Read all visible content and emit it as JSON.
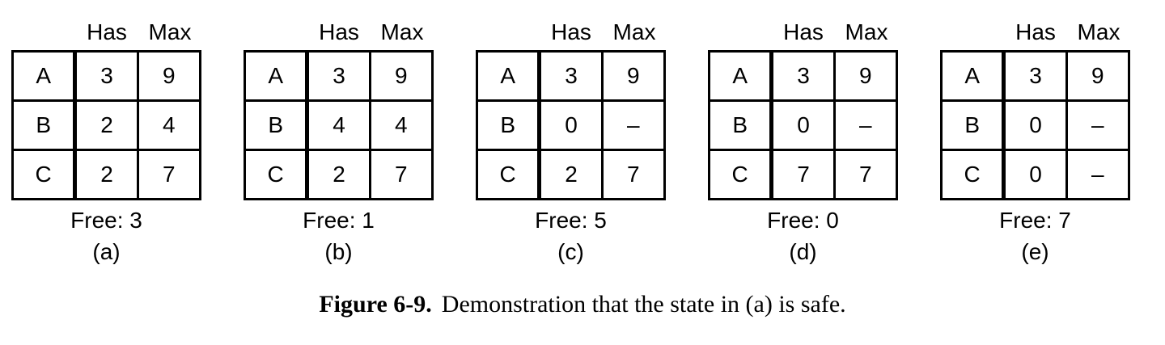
{
  "figure": {
    "column_headers": [
      "Has",
      "Max"
    ],
    "states": [
      {
        "label": "(a)",
        "free": "Free: 3",
        "rows": [
          {
            "name": "A",
            "has": "3",
            "max": "9"
          },
          {
            "name": "B",
            "has": "2",
            "max": "4"
          },
          {
            "name": "C",
            "has": "2",
            "max": "7"
          }
        ]
      },
      {
        "label": "(b)",
        "free": "Free: 1",
        "rows": [
          {
            "name": "A",
            "has": "3",
            "max": "9"
          },
          {
            "name": "B",
            "has": "4",
            "max": "4"
          },
          {
            "name": "C",
            "has": "2",
            "max": "7"
          }
        ]
      },
      {
        "label": "(c)",
        "free": "Free: 5",
        "rows": [
          {
            "name": "A",
            "has": "3",
            "max": "9"
          },
          {
            "name": "B",
            "has": "0",
            "max": "–"
          },
          {
            "name": "C",
            "has": "2",
            "max": "7"
          }
        ]
      },
      {
        "label": "(d)",
        "free": "Free: 0",
        "rows": [
          {
            "name": "A",
            "has": "3",
            "max": "9"
          },
          {
            "name": "B",
            "has": "0",
            "max": "–"
          },
          {
            "name": "C",
            "has": "7",
            "max": "7"
          }
        ]
      },
      {
        "label": "(e)",
        "free": "Free: 7",
        "rows": [
          {
            "name": "A",
            "has": "3",
            "max": "9"
          },
          {
            "name": "B",
            "has": "0",
            "max": "–"
          },
          {
            "name": "C",
            "has": "0",
            "max": "–"
          }
        ]
      }
    ],
    "caption": {
      "label": "Figure 6-9.",
      "text": "Demonstration that the state in (a) is safe."
    },
    "colors": {
      "ink": "#000000",
      "background": "#ffffff"
    }
  }
}
